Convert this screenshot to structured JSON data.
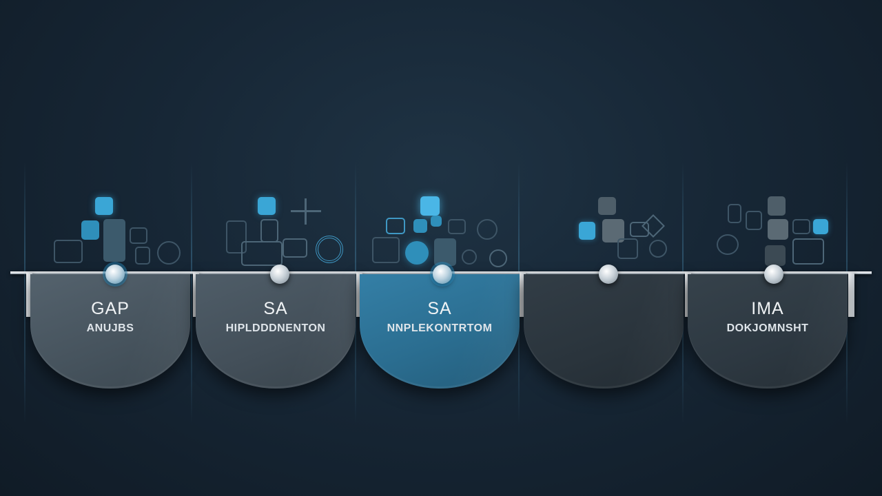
{
  "steps": [
    {
      "title": "GAP",
      "subtitle": "ANUJBS"
    },
    {
      "title": "SA",
      "subtitle": "HIPLDDDNENTON"
    },
    {
      "title": "SA",
      "subtitle": "NNPLEKONTRTOM"
    },
    {
      "title": "",
      "subtitle": ""
    },
    {
      "title": "IMA",
      "subtitle": "DOKJOMNSHT"
    }
  ],
  "colors": {
    "background": "#172736",
    "accent_blue": "#3aa6d6",
    "card_gray": "#4a5863",
    "card_blue": "#2b6f93",
    "card_dark": "#2a343c"
  }
}
